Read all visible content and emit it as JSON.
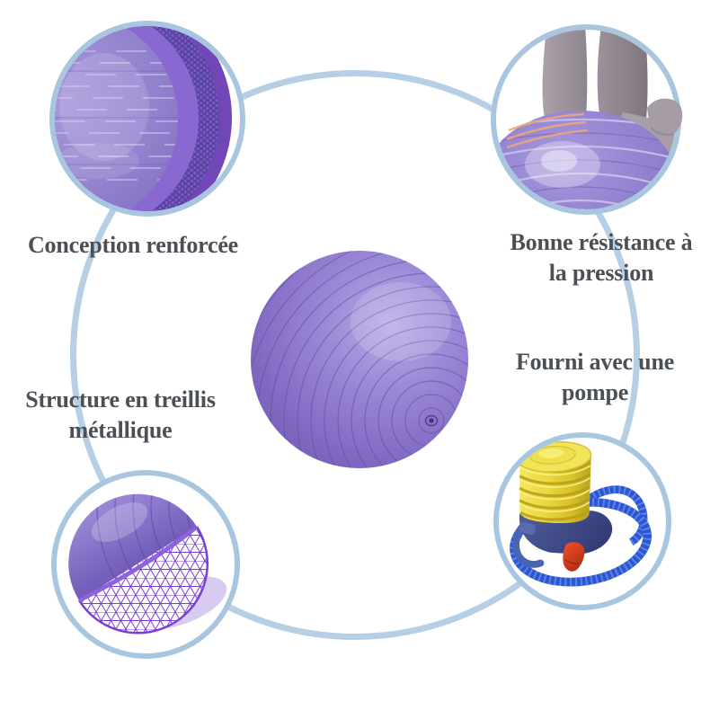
{
  "infographic": {
    "ring_color": "#b6cfe5",
    "inset_border_color": "#a8c6df",
    "label_color": "#4b5057",
    "center": {
      "image": "purple-exercise-ball"
    },
    "features": {
      "top_left": {
        "label": "Conception renforcée",
        "image": "ball-reinforced-surface-closeup"
      },
      "top_right": {
        "label": "Bonne résistance à\nla pression",
        "image": "person-kneeling-on-ball"
      },
      "bottom_left": {
        "label": "Structure en treillis\nmétallique",
        "image": "ball-metal-lattice-structure"
      },
      "bottom_right": {
        "label": "Fourni avec une\npompe",
        "image": "foot-pump-with-hose"
      }
    },
    "palette": {
      "ball_purple": "#8b78cd",
      "ball_highlight": "#b9aae6",
      "ball_shadow": "#6c54ad",
      "stripe_purple": "#5e48a0",
      "mesh_purple": "#7c3fd6",
      "mesh_shadow_lavender": "#d8cbf2",
      "pump_yellow": "#ecd83e",
      "pump_base_blue": "#47519b",
      "hose_blue": "#2c57d2",
      "nozzle_red": "#e8441c",
      "legs_gray": "#9d949d",
      "pressure_line_orange": "#eaa77d"
    }
  }
}
